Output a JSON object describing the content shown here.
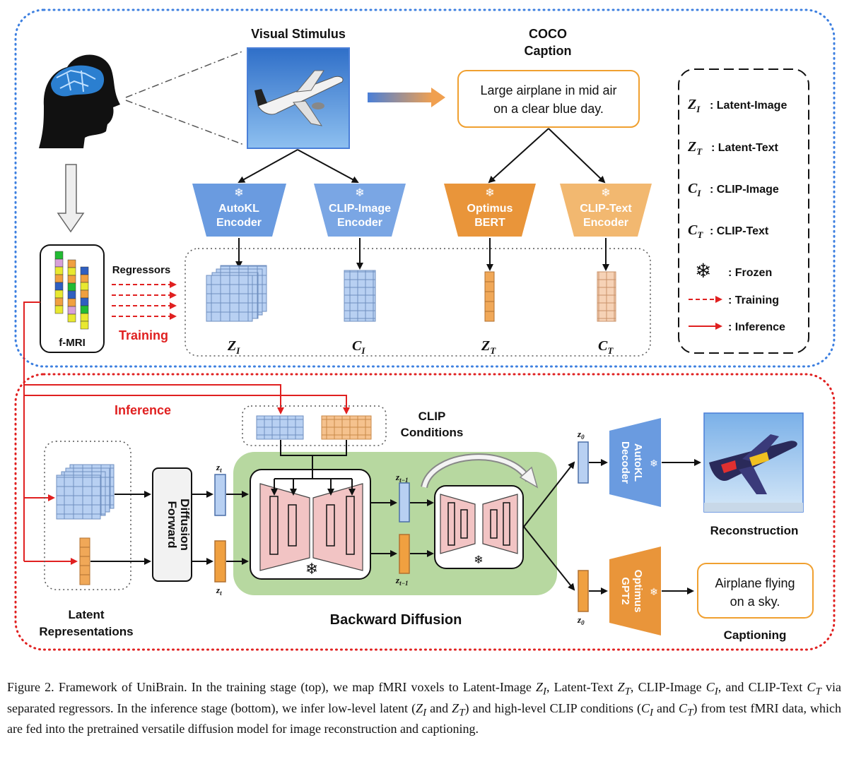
{
  "top": {
    "visual_stimulus": "Visual Stimulus",
    "coco_line1": "COCO",
    "coco_line2": "Caption",
    "caption_line1": "Large airplane in mid air",
    "caption_line2": "on a clear blue day.",
    "regressors": "Regressors",
    "training": "Training",
    "fmri": "f-MRI",
    "encoders": [
      {
        "line1": "AutoKL",
        "line2": "Encoder"
      },
      {
        "line1": "CLIP-Image",
        "line2": "Encoder"
      },
      {
        "line1": "Optimus",
        "line2": "BERT"
      },
      {
        "line1": "CLIP-Text",
        "line2": "Encoder"
      }
    ],
    "latents": [
      {
        "sym": "Z",
        "sub": "I"
      },
      {
        "sym": "C",
        "sub": "I"
      },
      {
        "sym": "Z",
        "sub": "T"
      },
      {
        "sym": "C",
        "sub": "T"
      }
    ]
  },
  "legend": {
    "items": [
      {
        "sym": "Z",
        "sub": "I",
        "text": ": Latent-Image"
      },
      {
        "sym": "Z",
        "sub": "T",
        "text": ": Latent-Text"
      },
      {
        "sym": "C",
        "sub": "I",
        "text": ": CLIP-Image"
      },
      {
        "sym": "C",
        "sub": "T",
        "text": ": CLIP-Text"
      }
    ],
    "frozen": ": Frozen",
    "training": ": Training",
    "inference": ": Inference"
  },
  "bottom": {
    "inference": "Inference",
    "clip_cond_line1": "CLIP",
    "clip_cond_line2": "Conditions",
    "forward_line1": "Forward",
    "forward_line2": "Diffusion",
    "latent_line1": "Latent",
    "latent_line2": "Representations",
    "backward": "Backward Diffusion",
    "z_t": "z",
    "z_t_sub": "t",
    "z_t1_sub": "t−1",
    "z_0_sub": "0",
    "autokl_dec_line1": "AutoKL",
    "autokl_dec_line2": "Decoder",
    "gpt2_line1": "Optimus",
    "gpt2_line2": "GPT2",
    "reconstruction": "Reconstruction",
    "out_caption_line1": "Airplane flying",
    "out_caption_line2": "on a sky.",
    "captioning": "Captioning"
  },
  "figure_caption": {
    "p1": "Figure 2.  Framework of UniBrain.  In the training stage (top), we map fMRI voxels to Latent-Image ",
    "p2": ", Latent-Text ",
    "p3": ", CLIP-Image ",
    "p4": ", and CLIP-Text ",
    "p5": " via separated regressors.  In the inference stage (bottom), we infer low-level latent (",
    "p6": " and ",
    "p7": ") and high-level CLIP conditions (",
    "p8": " and ",
    "p9": ") from test fMRI data, which are fed into the pretrained versatile diffusion model for image reconstruction and captioning.",
    "ZI": "Z",
    "ZT": "Z",
    "CI": "C",
    "CT": "C",
    "subI": "I",
    "subT": "T"
  },
  "colors": {
    "blue_enc": "#6a9be0",
    "orange_enc": "#e9953a",
    "light_orange_enc": "#f2b870",
    "grid_blue": "#b7cff0",
    "grid_orange": "#f5c28e",
    "green_panel": "#b7d8a0",
    "red": "#e02020",
    "blue_dot": "#3c7fe0"
  }
}
